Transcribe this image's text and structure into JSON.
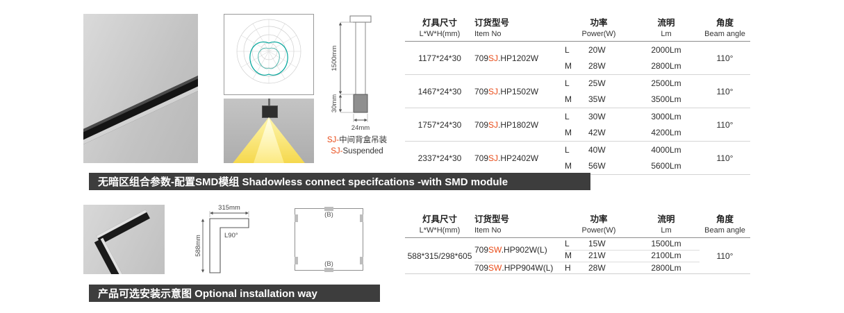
{
  "colors": {
    "accent_red": "#e94a17",
    "banner_bg": "#3d3d3d",
    "beam_yellow": "#ffde40",
    "curve_teal": "#00a59b"
  },
  "suspension": {
    "dim_length": "1500mm",
    "dim_height": "30mm",
    "dim_width": "24mm",
    "caption_cn_accent": "SJ-",
    "caption_cn_text": "中间背盒吊装",
    "caption_en_accent": "SJ-",
    "caption_en_text": "Suspended"
  },
  "table_headers": {
    "size_cn": "灯具尺寸",
    "size_en": "L*W*H(mm)",
    "item_cn": "订货型号",
    "item_en": "Item No",
    "power_cn": "功率",
    "power_en": "Power(W)",
    "lumen_cn": "流明",
    "lumen_en": "Lm",
    "angle_cn": "角度",
    "angle_en": "Beam angle"
  },
  "table1": {
    "rows": [
      {
        "size": "1177*24*30",
        "item_pre": "709",
        "item_accent": "SJ",
        "item_rest": ".HP1202W",
        "l_mode": "L",
        "l_w": "20W",
        "l_lm": "2000Lm",
        "m_mode": "M",
        "m_w": "28W",
        "m_lm": "2800Lm",
        "angle": "110°"
      },
      {
        "size": "1467*24*30",
        "item_pre": "709",
        "item_accent": "SJ",
        "item_rest": ".HP1502W",
        "l_mode": "L",
        "l_w": "25W",
        "l_lm": "2500Lm",
        "m_mode": "M",
        "m_w": "35W",
        "m_lm": "3500Lm",
        "angle": "110°"
      },
      {
        "size": "1757*24*30",
        "item_pre": "709",
        "item_accent": "SJ",
        "item_rest": ".HP1802W",
        "l_mode": "L",
        "l_w": "30W",
        "l_lm": "3000Lm",
        "m_mode": "M",
        "m_w": "42W",
        "m_lm": "4200Lm",
        "angle": "110°"
      },
      {
        "size": "2337*24*30",
        "item_pre": "709",
        "item_accent": "SJ",
        "item_rest": ".HP2402W",
        "l_mode": "L",
        "l_w": "40W",
        "l_lm": "4000Lm",
        "m_mode": "M",
        "m_w": "56W",
        "m_lm": "5600Lm",
        "angle": "110°"
      }
    ]
  },
  "banner1": "无暗区组合参数-配置SMD模组 Shadowless connect specifcations -with SMD module",
  "drawing": {
    "dim_width": "315mm",
    "dim_height": "588mm",
    "angle_label": "L90°",
    "connector_top": "(B)",
    "connector_bottom": "(B)"
  },
  "table2": {
    "size": "588*315/298*605",
    "item1_pre": "709",
    "item1_accent": "SW",
    "item1_rest": ".HP902W(L)",
    "item2_pre": "709",
    "item2_accent": "SW",
    "item2_rest": ".HPP904W(L)",
    "lines": [
      {
        "mode": "L",
        "w": "15W",
        "lm": "1500Lm"
      },
      {
        "mode": "M",
        "w": "21W",
        "lm": "2100Lm"
      },
      {
        "mode": "H",
        "w": "28W",
        "lm": "2800Lm"
      }
    ],
    "angle": "110°"
  },
  "banner2": "产品可选安装示意图 Optional installation way"
}
